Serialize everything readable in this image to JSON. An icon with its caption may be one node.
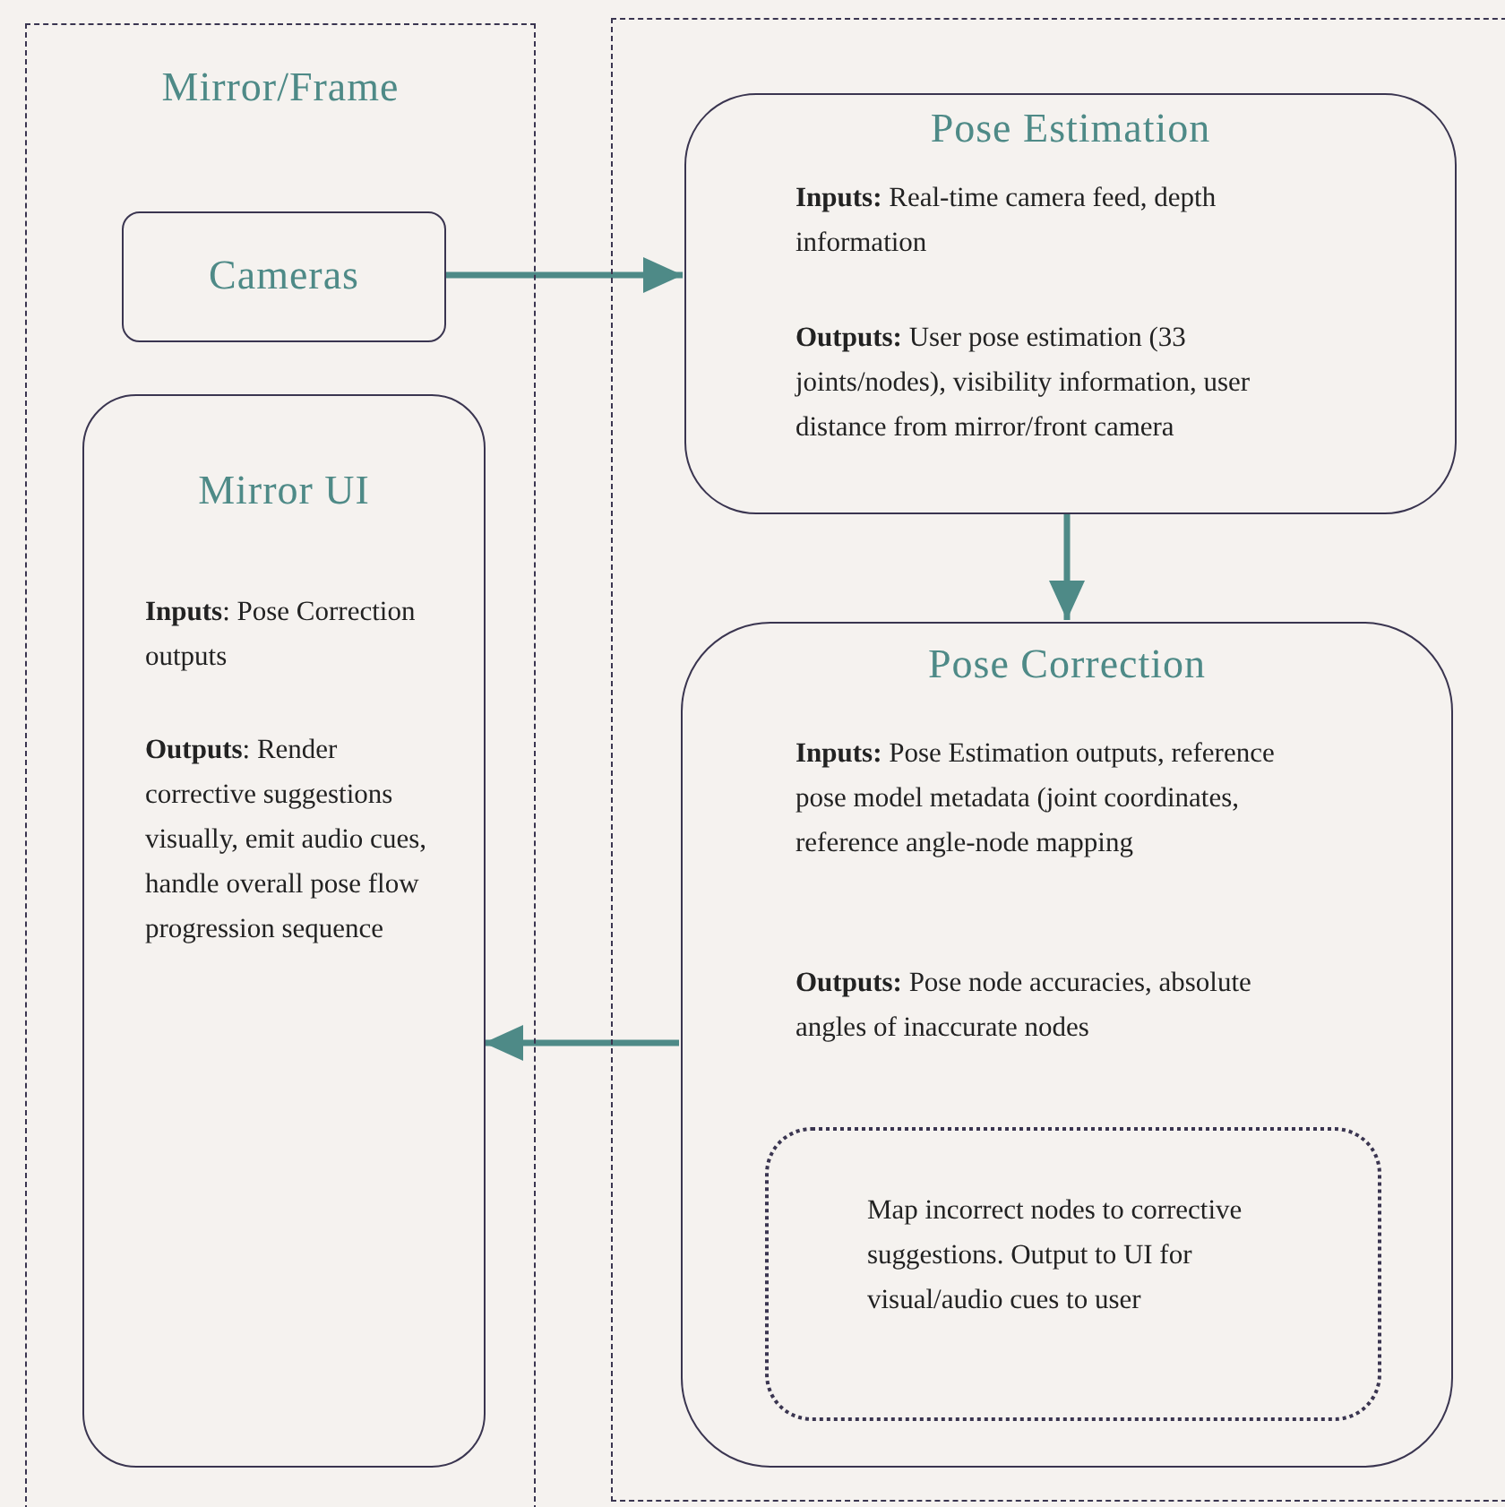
{
  "diagram": {
    "nodes": [
      {
        "text": [
          "Mirror/Frame"
        ]
      },
      {
        "text": [
          "Cameras"
        ],
        "in": 0
      },
      {
        "text": [
          "Mirror UI",
          "**Inputs**: Pose Correction outputs",
          "**Outputs**: Render corrective suggestions visually, emit audio cues, handle overall pose flow progression sequence"
        ],
        "in": 0
      },
      {
        "text": [],
        "shape": "box"
      },
      {
        "text": [
          "Pose Estimation",
          "**Inputs:** Real-time camera feed, depth information",
          "**Outputs:** User pose estimation (33 joints/nodes), visibility information, user distance from mirror/front camera"
        ],
        "in": 3
      },
      {
        "text": [
          "Pose Correction",
          "**Inputs:** Pose Estimation outputs, reference pose model metadata (joint coordinates, reference angle-node mapping",
          "**Outputs:** Pose node accuracies, absolute angles of inaccurate nodes"
        ],
        "in": 3
      },
      {
        "text": [
          "Map incorrect nodes to corrective suggestions. Output to UI for visual/audio cues to user"
        ],
        "in": 5
      }
    ],
    "edges": [
      {
        "from": 1,
        "to": 4,
        "arrow": "to"
      },
      {
        "from": 4,
        "to": 5,
        "arrow": "to"
      },
      {
        "from": 5,
        "to": 2,
        "arrow": "to"
      }
    ]
  }
}
